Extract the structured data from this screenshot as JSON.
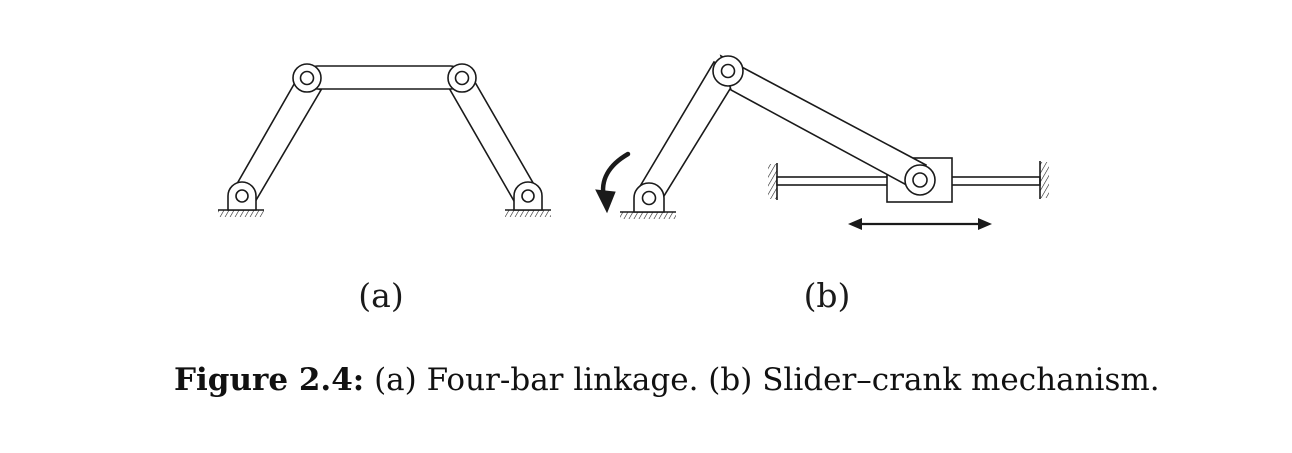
{
  "panels": [
    {
      "label": "(a)"
    },
    {
      "label": "(b)"
    }
  ],
  "caption": {
    "lead": "Figure 2.4:",
    "text": " (a) Four-bar linkage. (b) Slider–crank mechanism."
  },
  "colors": {
    "ink": "#1a1a1a",
    "background": "#ffffff"
  }
}
